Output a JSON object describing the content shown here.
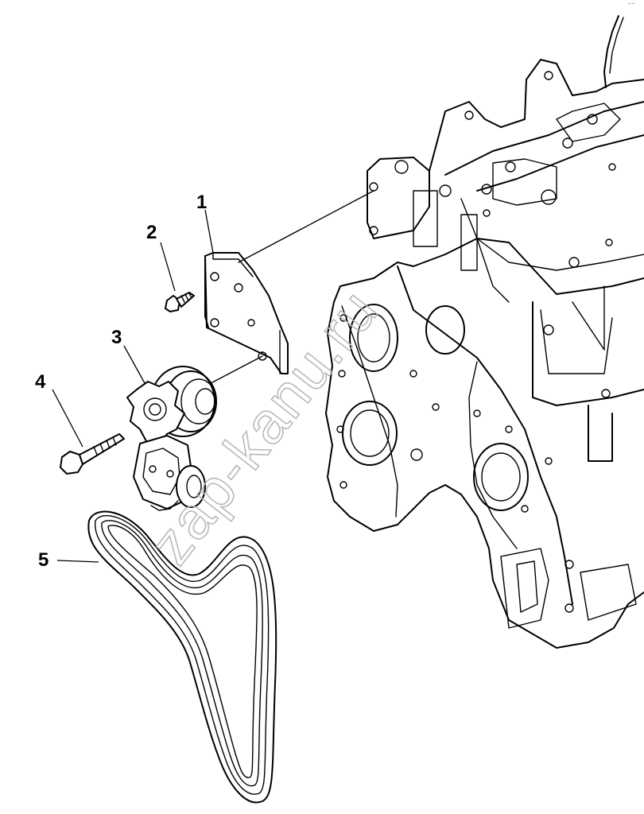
{
  "callouts": [
    {
      "id": "1",
      "label": "1"
    },
    {
      "id": "2",
      "label": "2"
    },
    {
      "id": "3",
      "label": "3"
    },
    {
      "id": "4",
      "label": "4"
    },
    {
      "id": "5",
      "label": "5"
    }
  ],
  "watermark": "zap-kanu.ru",
  "colors": {
    "line": "#000000",
    "background": "#ffffff",
    "watermark": "#b9b9b9"
  }
}
